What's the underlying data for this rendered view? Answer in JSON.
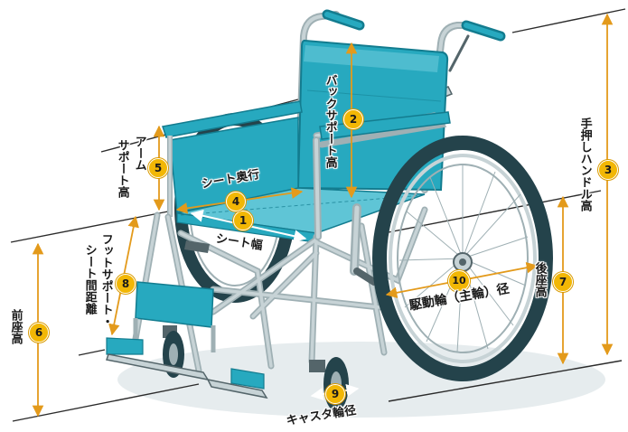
{
  "colors": {
    "frame_light": "#c7d3d6",
    "frame_mid": "#9fb0b4",
    "frame_dark": "#54656a",
    "seat_teal": "#27a9bf",
    "seat_teal_light": "#5fc5d6",
    "seat_teal_dark": "#137c8f",
    "tire_dark": "#24434b",
    "guide_line": "#2b2b2b",
    "arrow_orange": "#e39a1b",
    "badge_yellow": "#f2b705",
    "shadow": "#dfe6e7"
  },
  "labels": {
    "seat_width": {
      "num": "1",
      "text": "シート幅"
    },
    "back_support_height": {
      "num": "2",
      "text": "バックサポート高"
    },
    "push_handle_height": {
      "num": "3",
      "text": "手押しハンドル高"
    },
    "seat_depth": {
      "num": "4",
      "text": "シート奥行"
    },
    "arm_support_height": {
      "num": "5",
      "text_col1": "アーム",
      "text_col2": "サポート高"
    },
    "front_seat_height": {
      "num": "6",
      "text": "前座高"
    },
    "rear_seat_height": {
      "num": "7",
      "text": "後座高"
    },
    "footrest_seat_distance": {
      "num": "8",
      "text_col1": "フットサポート・",
      "text_col2": "シート間距離"
    },
    "caster_diameter": {
      "num": "9",
      "text": "キャスタ輪径"
    },
    "drive_wheel_diameter": {
      "num": "10",
      "text": "駆動輪（主輪）径"
    }
  },
  "icons": [
    "wheelchair-illustration",
    "dimension-arrow",
    "number-badge"
  ]
}
